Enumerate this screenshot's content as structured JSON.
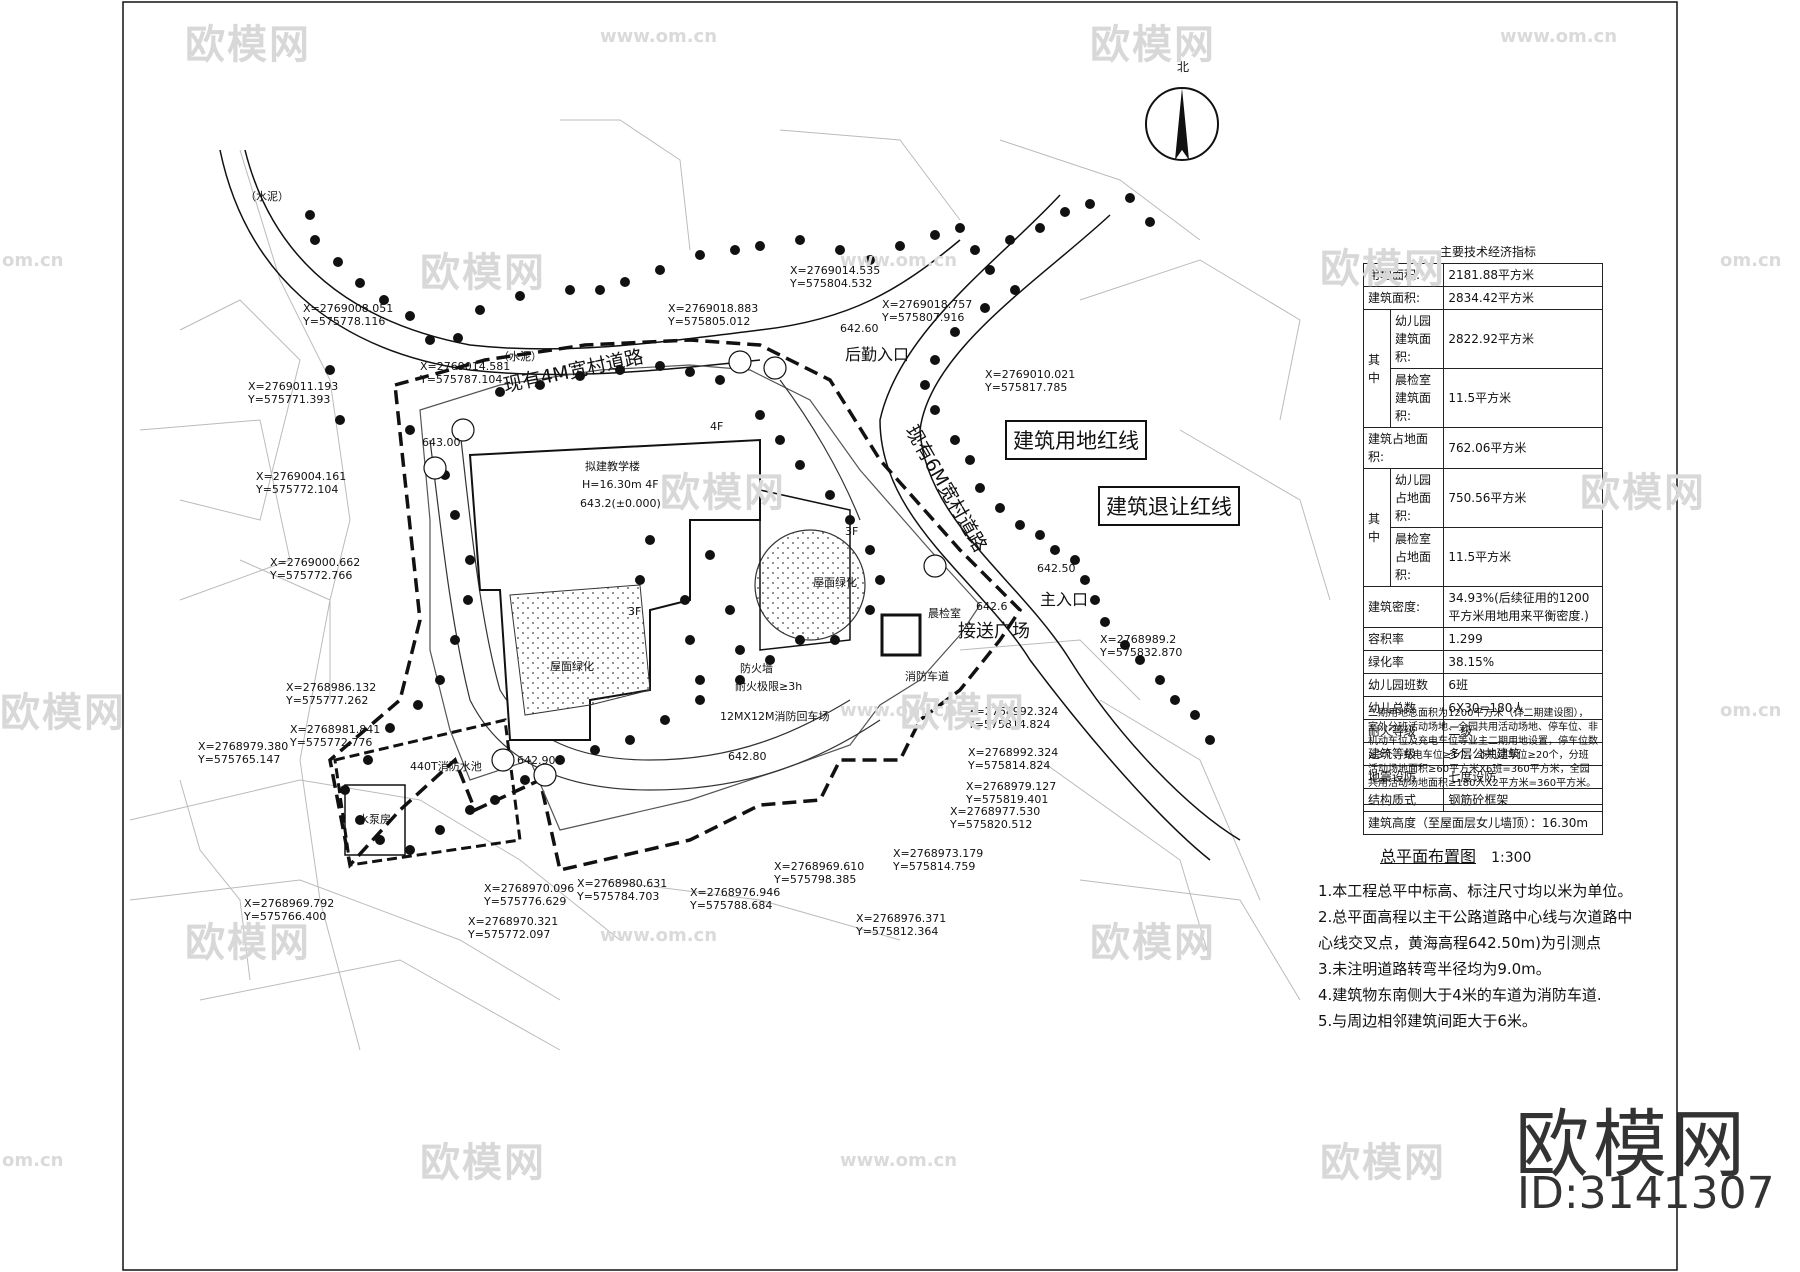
{
  "drawing": {
    "title": "总平面布置图",
    "scale": "1:300",
    "north_label": "北"
  },
  "callouts": {
    "red_line": "建筑用地红线",
    "setback_line": "建筑退让红线"
  },
  "plan_labels": {
    "road_top": "现有4M宽村道路",
    "road_right": "现有6M宽村道路",
    "rear_entry": "后勤入口",
    "main_entry": "主入口",
    "pickup_square": "接送广场",
    "building_name": "拟建教学楼",
    "building_height": "H=16.30m  4F",
    "building_elev": "643.2(±0.000)",
    "roof_green_1": "屋面绿化",
    "roof_green_2": "屋面绿化",
    "firewall": "防火墙",
    "fire_rating": "耐火极限≥3h",
    "fire_turnaround": "12MX12M消防回车场",
    "fire_lane": "消防车道",
    "fire_pool": "440T消防水池",
    "pump_room": "水泵房",
    "check_room": "晨检室",
    "cement": "（水泥）",
    "cement2": "（水泥）",
    "floors_4f": "4F",
    "floors_3f_a": "3F",
    "floors_3f_b": "3F",
    "elev_1": "642.60",
    "elev_2": "643.00",
    "elev_3": "642.90",
    "elev_4": "642.80",
    "elev_5": "642.50",
    "elev_6": "642.6"
  },
  "coordinates": [
    "X=2769014.535\nY=575804.532",
    "X=2769018.883\nY=575805.012",
    "X=2769018.757\nY=575807.916",
    "X=2769008.051\nY=575778.116",
    "X=2769014.581\nY=575787.104",
    "X=2769011.193\nY=575771.393",
    "X=2769010.021\nY=575817.785",
    "X=2769004.161\nY=575772.104",
    "X=2769000.662\nY=575772.766",
    "X=2768989.2\nY=575832.870",
    "X=2768986.132\nY=575777.262",
    "X=2768981.841\nY=575772.776",
    "X=2768992.324\nY=575814.824",
    "X=2768992.324\nY=575814.824",
    "X=2768979.380\nY=575765.147",
    "X=2768979.127\nY=575819.401",
    "X=2768977.530\nY=575820.512",
    "X=2768973.179\nY=575814.759",
    "X=2768969.610\nY=575798.385",
    "X=2768980.631\nY=575784.703",
    "X=2768976.946\nY=575788.684",
    "X=2768970.096\nY=575776.629",
    "X=2768969.792\nY=575766.400",
    "X=2768970.321\nY=575772.097",
    "X=2768976.371\nY=575812.364"
  ],
  "econ": {
    "title": "主要技术经济指标",
    "rows": [
      {
        "k": "用地面积:",
        "v": "2181.88平方米"
      },
      {
        "k": "建筑面积:",
        "v": "2834.42平方米"
      },
      {
        "k": "幼儿园建筑面积:",
        "v": "2822.92平方米"
      },
      {
        "k": "晨检室建筑面积:",
        "v": "11.5平方米"
      },
      {
        "k": "建筑占地面积:",
        "v": "762.06平方米"
      },
      {
        "k": "幼儿园占地面积:",
        "v": "750.56平方米"
      },
      {
        "k": "晨检室占地面积:",
        "v": "11.5平方米"
      },
      {
        "k": "建筑密度:",
        "v": "34.93%(后续征用的1200平方米用地用来平衡密度.)"
      },
      {
        "k": "容积率",
        "v": "1.299"
      },
      {
        "k": "绿化率",
        "v": "38.15%"
      },
      {
        "k": "幼儿园班数",
        "v": "6班"
      },
      {
        "k": "幼儿总数",
        "v": "6X30=180人"
      },
      {
        "k": "耐火等级",
        "v": "二级"
      },
      {
        "k": "建筑等级",
        "v": "多层公共建筑"
      },
      {
        "k": "地震设防",
        "v": "七度设防"
      },
      {
        "k": "结构质式",
        "v": "钢筋砼框架"
      }
    ],
    "group_label": "其中",
    "height_row": "建筑高度（至屋面层女儿墙顶）：16.30m",
    "note": "二期用地总面积为1200平方米（详二期建设图），室外分班活动场地、全园共用活动场地、停车位、非机动车位及充电车位等业主二期用地设置，停车位数≥3个，充电车位≥1个，非机动车位≥20个，分班活动场地面积≥60平方米X6班=360平方米，全园共用活动场地面积≥180人X2平方米=360平方米。"
  },
  "notes": [
    "1.本工程总平中标高、标注尺寸均以米为单位。",
    "2.总平面高程以主干公路道路中心线与次道路中",
    "心线交叉点，黄海高程642.50m)为引测点",
    "3.未注明道路转弯半径均为9.0m。",
    "4.建筑物东南侧大于4米的车道为消防车道.",
    "5.与周边相邻建筑间距大于6米。"
  ],
  "watermark": {
    "logo": "欧模网",
    "url": "www.om.cn",
    "url_short": "om.cn",
    "brand": "欧模网",
    "id": "ID:3141307"
  }
}
